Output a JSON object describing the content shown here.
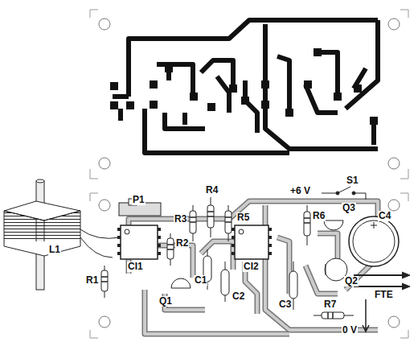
{
  "diagram": {
    "labels": [
      "P1",
      "L1",
      "R3",
      "R4",
      "R5",
      "R2",
      "R1",
      "CI1",
      "Q1",
      "C1",
      "C2",
      "CI2",
      "R6",
      "Q3",
      "C4",
      "Q2",
      "FTE",
      "C3",
      "R7",
      "+6 V",
      "S1",
      "0 V"
    ]
  }
}
